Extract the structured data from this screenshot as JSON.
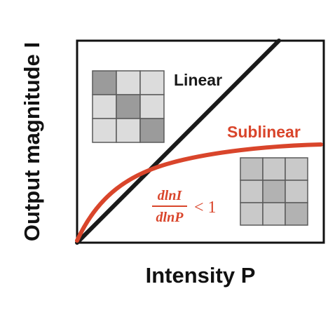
{
  "x_axis_label": "Intensity P",
  "y_axis_label": "Output magnitude I",
  "linear": {
    "label": "Linear",
    "color": "#1a1a1a",
    "grid": [
      [
        "#9b9b9b",
        "#dcdcdc",
        "#dcdcdc"
      ],
      [
        "#dcdcdc",
        "#9b9b9b",
        "#dcdcdc"
      ],
      [
        "#dcdcdc",
        "#dcdcdc",
        "#9b9b9b"
      ]
    ]
  },
  "sublinear": {
    "label": "Sublinear",
    "color": "#d9452b",
    "grid": [
      [
        "#bfbfbf",
        "#c9c9c9",
        "#c9c9c9"
      ],
      [
        "#c9c9c9",
        "#b2b2b2",
        "#c9c9c9"
      ],
      [
        "#c9c9c9",
        "#c9c9c9",
        "#b2b2b2"
      ]
    ]
  },
  "condition": {
    "numerator": "dlnI",
    "denominator": "dlnP",
    "relation": "< 1",
    "color": "#d9452b"
  },
  "colors": {
    "frame": "#111111",
    "grid_stroke": "#5a5a5a"
  }
}
